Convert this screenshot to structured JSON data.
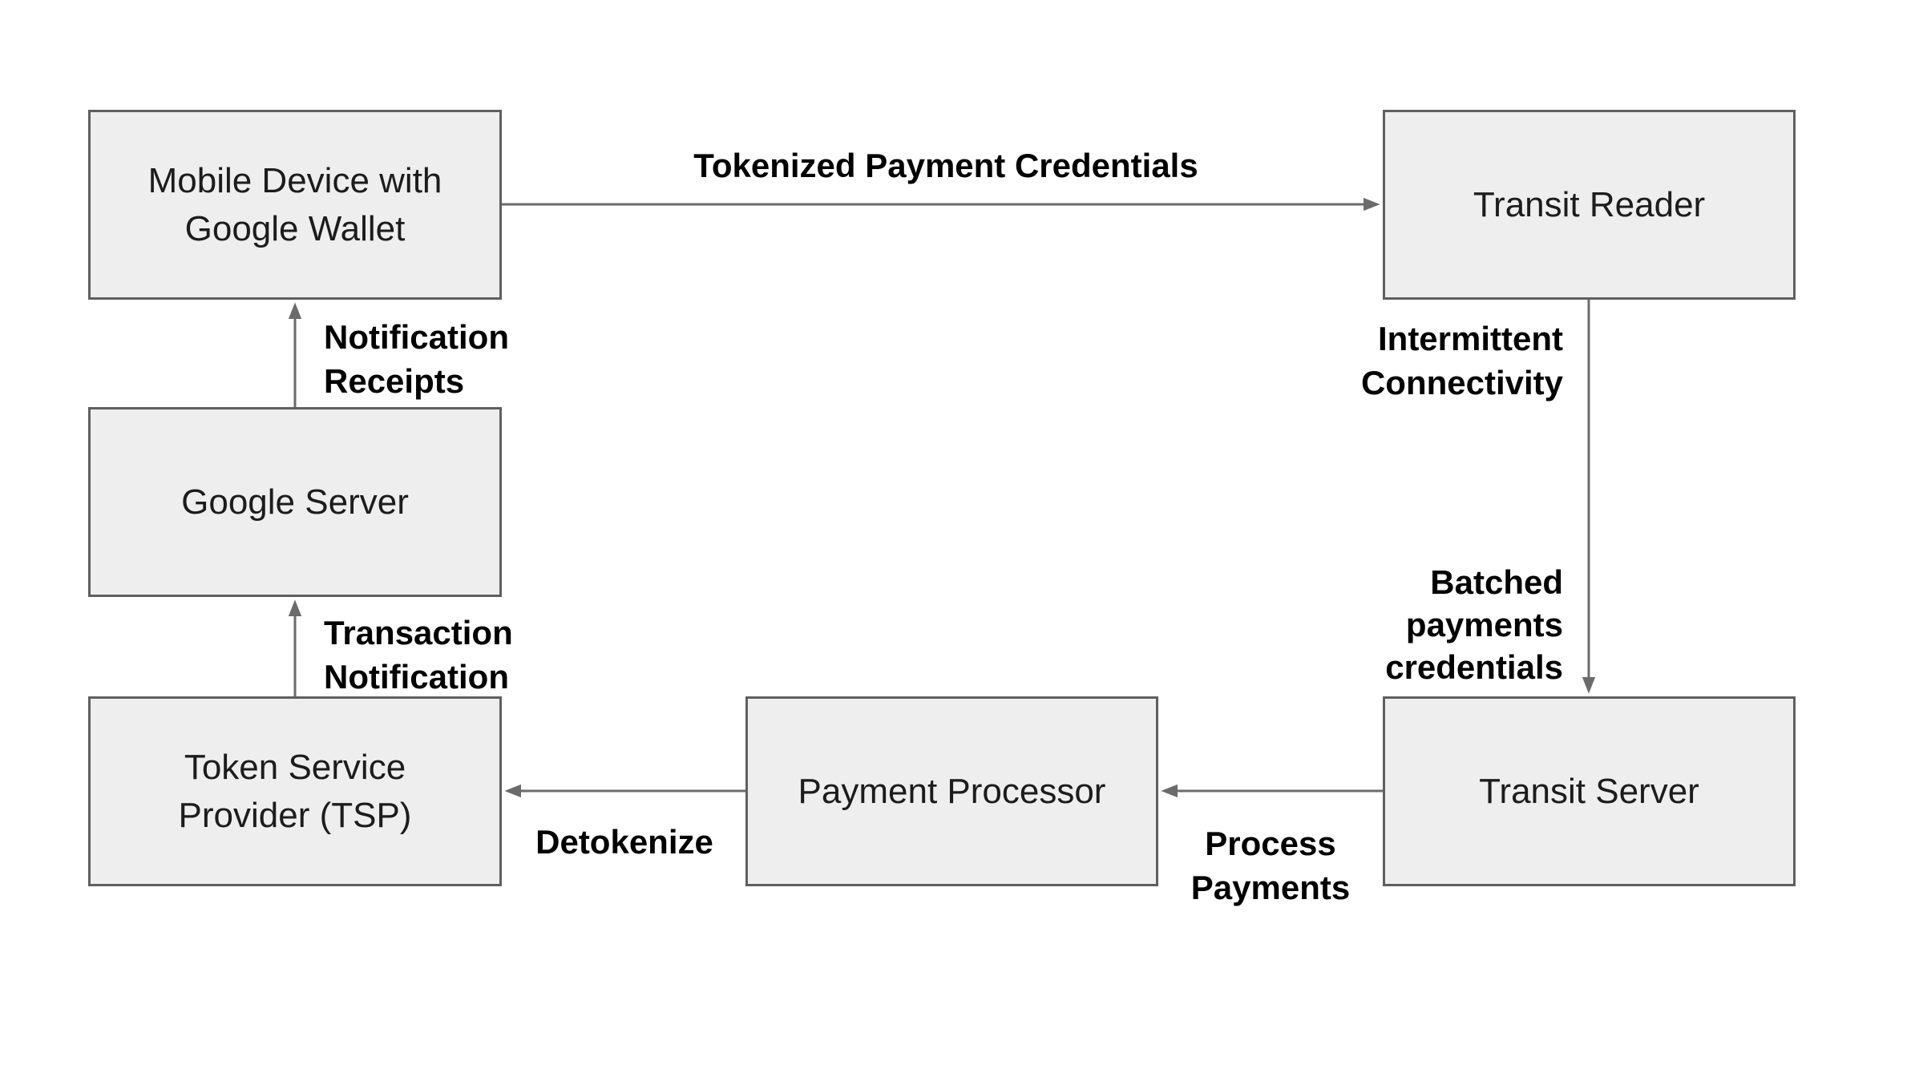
{
  "diagram": {
    "background_color": "#ffffff",
    "colors": {
      "node_fill": "#eeeeee",
      "node_border": "#5f5f5f",
      "arrow": "#6b6b6b",
      "node_text": "#1c1c1c",
      "edge_label_text": "#000000"
    },
    "nodes": {
      "mobile_device": {
        "label": "Mobile Device with Google Wallet"
      },
      "transit_reader": {
        "label": "Transit Reader"
      },
      "google_server": {
        "label": "Google Server"
      },
      "token_service_provider": {
        "label": "Token Service Provider (TSP)"
      },
      "payment_processor": {
        "label": "Payment Processor"
      },
      "transit_server": {
        "label": "Transit Server"
      }
    },
    "edges": {
      "tokenized_payment_credentials": {
        "label": "Tokenized Payment Credentials",
        "from": "mobile_device",
        "to": "transit_reader",
        "direction": "right"
      },
      "intermittent_connectivity": {
        "label": "Intermittent Connectivity",
        "from": "transit_reader",
        "to": "transit_server",
        "direction": "down"
      },
      "batched_payments_credentials": {
        "label": "Batched payments credentials",
        "from": "transit_reader",
        "to": "transit_server",
        "direction": "down"
      },
      "process_payments": {
        "label": "Process Payments",
        "from": "transit_server",
        "to": "payment_processor",
        "direction": "left"
      },
      "detokenize": {
        "label": "Detokenize",
        "from": "payment_processor",
        "to": "token_service_provider",
        "direction": "left"
      },
      "transaction_notification": {
        "label": "Transaction Notification",
        "from": "token_service_provider",
        "to": "google_server",
        "direction": "up"
      },
      "notification_receipts": {
        "label": "Notification Receipts",
        "from": "google_server",
        "to": "mobile_device",
        "direction": "up"
      }
    }
  }
}
